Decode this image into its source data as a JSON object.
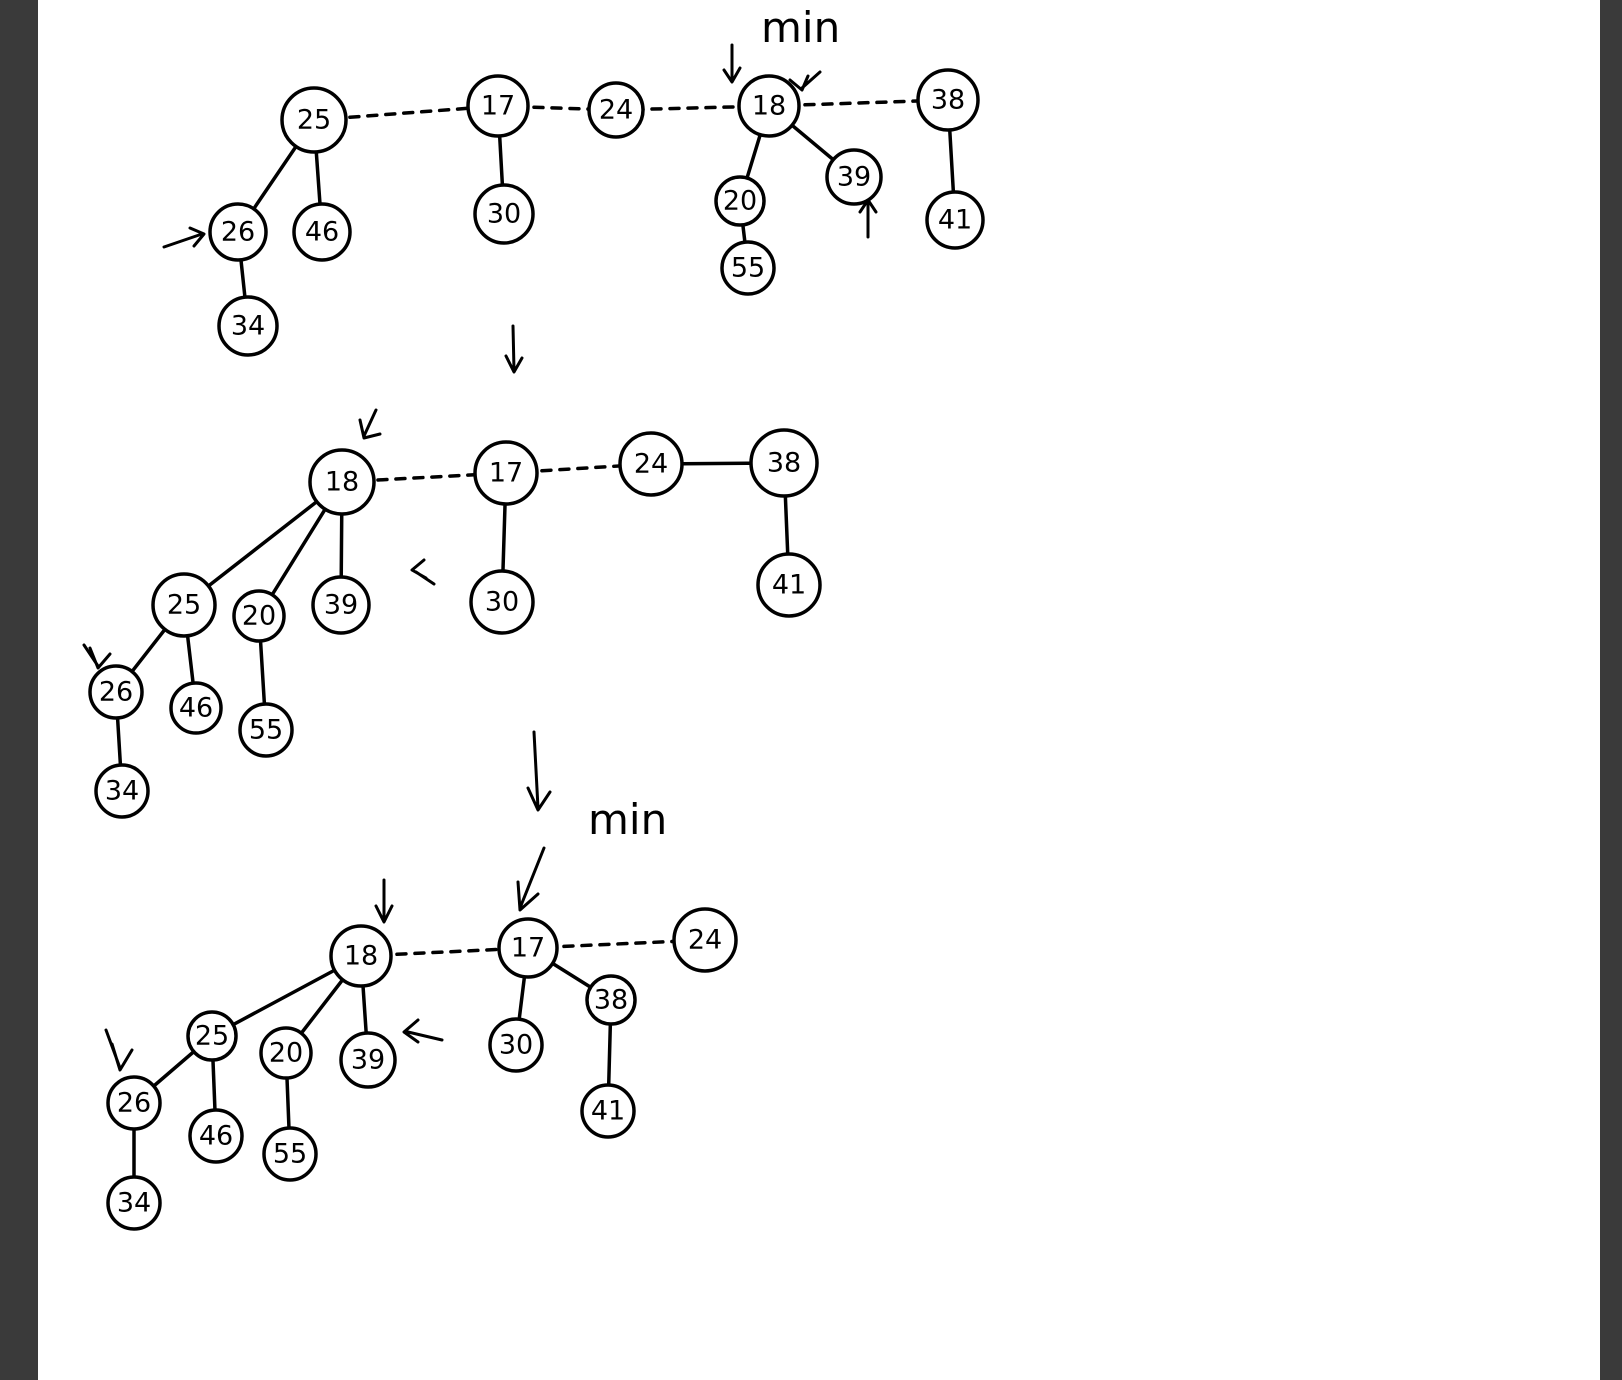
{
  "colors": {
    "background": "#3a3a3a",
    "sheet": "#ffffff",
    "ink": "#000000"
  },
  "diagram": {
    "annotations": {
      "min_top": "min",
      "min_bottom": "min"
    },
    "panels": [
      {
        "nodes": [
          {
            "id": "p1-25",
            "label": "25"
          },
          {
            "id": "p1-26",
            "label": "26"
          },
          {
            "id": "p1-46",
            "label": "46"
          },
          {
            "id": "p1-34",
            "label": "34"
          },
          {
            "id": "p1-17",
            "label": "17"
          },
          {
            "id": "p1-30",
            "label": "30"
          },
          {
            "id": "p1-24",
            "label": "24"
          },
          {
            "id": "p1-18",
            "label": "18"
          },
          {
            "id": "p1-20",
            "label": "20"
          },
          {
            "id": "p1-55",
            "label": "55"
          },
          {
            "id": "p1-39",
            "label": "39"
          },
          {
            "id": "p1-38",
            "label": "38"
          },
          {
            "id": "p1-41",
            "label": "41"
          }
        ]
      },
      {
        "nodes": [
          {
            "id": "p2-18",
            "label": "18"
          },
          {
            "id": "p2-25",
            "label": "25"
          },
          {
            "id": "p2-26",
            "label": "26"
          },
          {
            "id": "p2-34",
            "label": "34"
          },
          {
            "id": "p2-46",
            "label": "46"
          },
          {
            "id": "p2-20",
            "label": "20"
          },
          {
            "id": "p2-55",
            "label": "55"
          },
          {
            "id": "p2-39",
            "label": "39"
          },
          {
            "id": "p2-17",
            "label": "17"
          },
          {
            "id": "p2-30",
            "label": "30"
          },
          {
            "id": "p2-24",
            "label": "24"
          },
          {
            "id": "p2-38",
            "label": "38"
          },
          {
            "id": "p2-41",
            "label": "41"
          }
        ]
      },
      {
        "nodes": [
          {
            "id": "p3-18",
            "label": "18"
          },
          {
            "id": "p3-25",
            "label": "25"
          },
          {
            "id": "p3-26",
            "label": "26"
          },
          {
            "id": "p3-34",
            "label": "34"
          },
          {
            "id": "p3-46",
            "label": "46"
          },
          {
            "id": "p3-20",
            "label": "20"
          },
          {
            "id": "p3-55",
            "label": "55"
          },
          {
            "id": "p3-39",
            "label": "39"
          },
          {
            "id": "p3-17",
            "label": "17"
          },
          {
            "id": "p3-30",
            "label": "30"
          },
          {
            "id": "p3-38",
            "label": "38"
          },
          {
            "id": "p3-41",
            "label": "41"
          },
          {
            "id": "p3-24",
            "label": "24"
          }
        ]
      }
    ]
  }
}
